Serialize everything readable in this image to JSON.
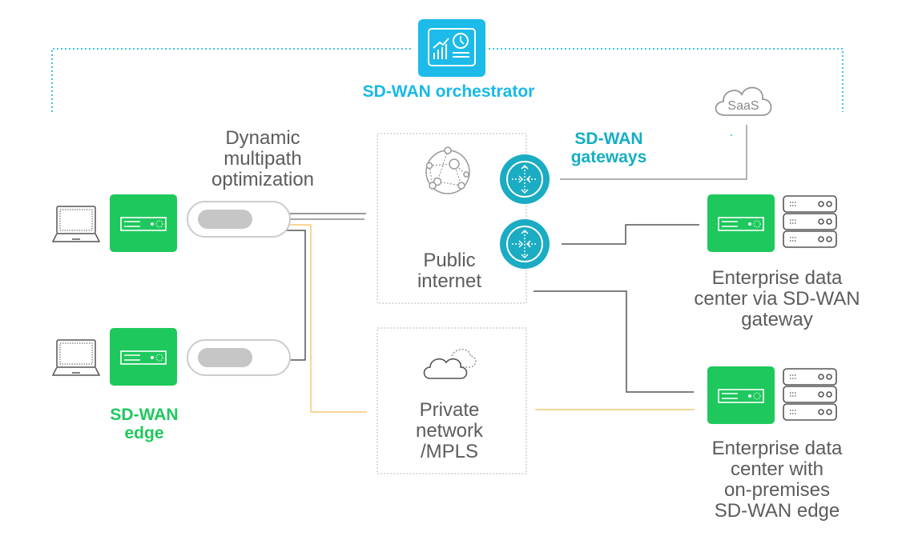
{
  "colors": {
    "orchestrator_blue": "#18b9e6",
    "gateway_teal": "#14aec4",
    "edge_green": "#1ec85d",
    "line_gray": "#555555",
    "line_orange": "#f6c873",
    "text_gray": "#5c5c5c"
  },
  "orchestrator": {
    "label": "SD-WAN orchestrator",
    "icon": "dashboard-icon"
  },
  "labels": {
    "dynamic_multipath": "Dynamic multipath optimization",
    "public_internet": "Public internet",
    "private_network": "Private network /MPLS",
    "gateways": "SD-WAN gateways",
    "edge": "SD-WAN edge",
    "dc_gateway": "Enterprise data center via SD-WAN gateway",
    "dc_onprem": "Enterprise data center with on-premises SD-WAN edge",
    "saas": "SaaS"
  },
  "label_lines": {
    "dynamic_multipath": [
      "Dynamic",
      "multipath",
      "optimization"
    ],
    "public_internet": [
      "Public",
      "internet"
    ],
    "private_network": [
      "Private",
      "network",
      "/MPLS"
    ],
    "gateways": [
      "SD-WAN",
      "gateways"
    ],
    "edge": [
      "SD-WAN",
      "edge"
    ],
    "dc_gateway": [
      "Enterprise data",
      "center via SD-WAN",
      "gateway"
    ],
    "dc_onprem": [
      "Enterprise data",
      "center with",
      "on-premises",
      "SD-WAN edge"
    ]
  },
  "icons": {
    "laptop": "laptop-icon",
    "edge_device": "sd-wan-edge-device-icon",
    "tunnel": "tunnel-pill-icon",
    "globe_network": "globe-network-icon",
    "gateway": "gateway-router-icon",
    "cloud": "cloud-icon",
    "server_rack": "server-rack-icon",
    "saas_cloud": "saas-cloud-icon"
  }
}
